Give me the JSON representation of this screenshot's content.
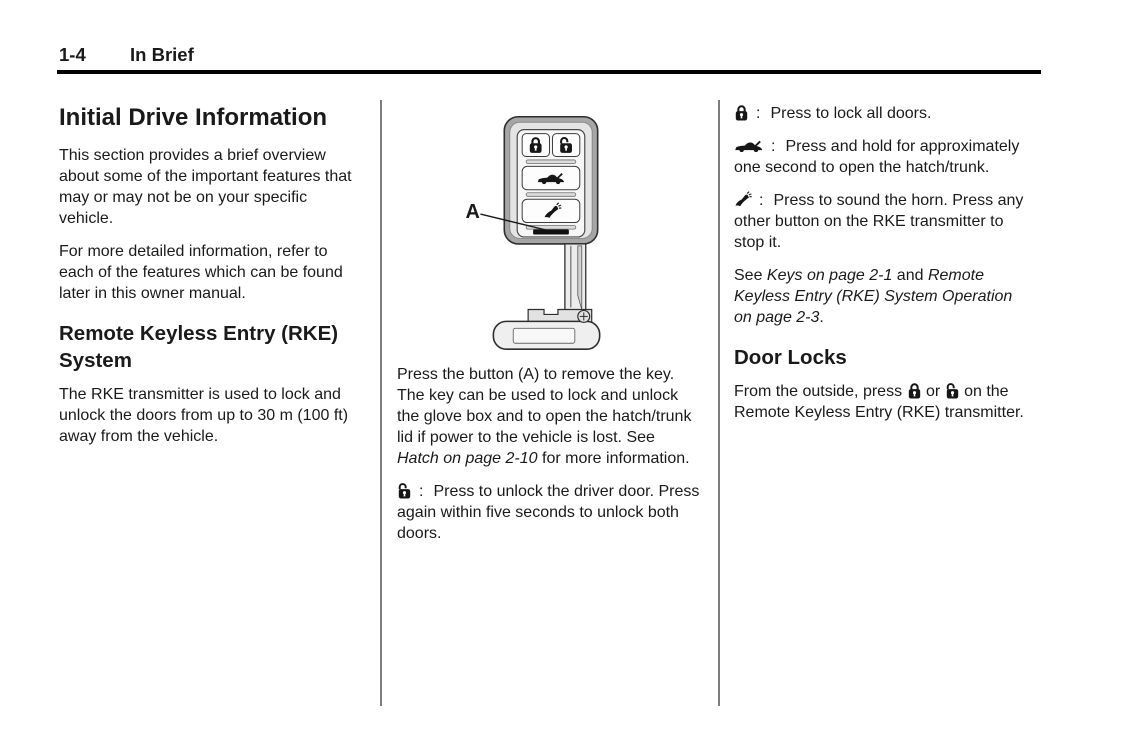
{
  "header": {
    "page_number": "1-4",
    "section_title": "In Brief"
  },
  "left": {
    "title": "Initial Drive Information",
    "para1": "This section provides a brief overview about some of the important features that may or may not be on your specific vehicle.",
    "para2": "For more detailed information, refer to each of the features which can be found later in this owner manual.",
    "rke_heading": "Remote Keyless Entry (RKE) System",
    "rke_para": "The RKE transmitter is used to lock and unlock the doors from up to 30 m (100 ft) away from the vehicle."
  },
  "middle": {
    "figure_label": "A",
    "figure_icons": [
      "lock-icon",
      "unlock-icon",
      "hatch-open-icon",
      "horn-icon",
      "key-release-button"
    ],
    "para1": {
      "text1": "Press the button (A) to remove the key. The key can be used to lock and unlock the glove box and to open the hatch/trunk lid if power to the vehicle is lost. See ",
      "reference": "Hatch on page 2-10",
      "text2": " for more information."
    },
    "unlock_item": {
      "icon": "unlock-icon",
      "separator": ":",
      "text": "Press to unlock the driver door. Press again within five seconds to unlock both doors."
    }
  },
  "right": {
    "lock_item": {
      "icon": "lock-icon",
      "separator": ":",
      "text": "Press to lock all doors."
    },
    "hatch_item": {
      "icon": "hatch-open-icon",
      "separator": ":",
      "text": "Press and hold for approximately one second to open the hatch/trunk."
    },
    "horn_item": {
      "icon": "horn-icon",
      "separator": ":",
      "text": "Press to sound the horn. Press any other button on the RKE transmitter to stop it."
    },
    "see_para": {
      "text1": "See ",
      "reference1": "Keys on page 2-1",
      "text2": " and ",
      "reference2": "Remote Keyless Entry (RKE) System Operation on page 2-3",
      "text3": "."
    },
    "door_locks": {
      "heading": "Door Locks",
      "para": {
        "text1": "From the outside, press ",
        "text2": " or ",
        "text3": " on the Remote Keyless Entry (RKE) transmitter."
      }
    }
  },
  "colors": {
    "background": "#ffffff",
    "text": "#1a1a1a",
    "rule": "#000000",
    "column_divider": "#7d7d7d"
  }
}
